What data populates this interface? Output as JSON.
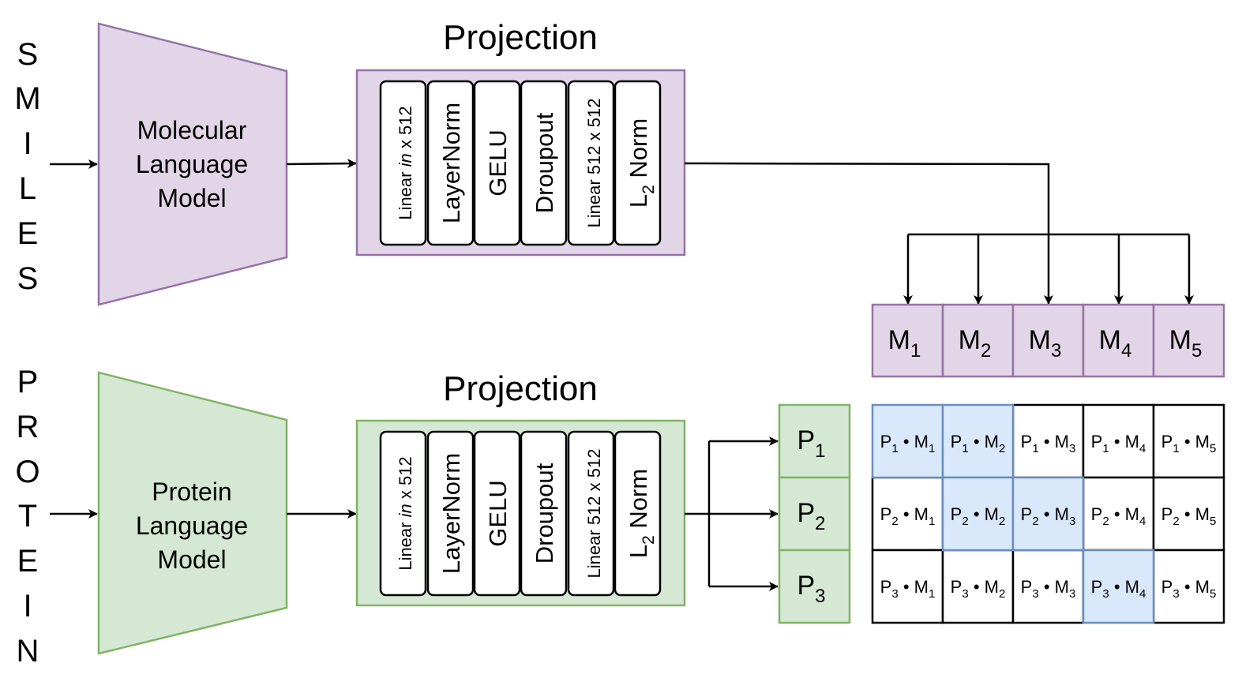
{
  "smiles_letters": [
    "S",
    "M",
    "I",
    "L",
    "E",
    "S"
  ],
  "protein_letters": [
    "P",
    "R",
    "O",
    "T",
    "E",
    "I",
    "N"
  ],
  "top": {
    "model_lines": [
      "Molecular",
      "Language",
      "Model"
    ],
    "projection_title": "Projection",
    "layers": {
      "linear_in_a": "Linear ",
      "linear_in_b": "in",
      "linear_in_c": " x 512",
      "layernorm": "LayerNorm",
      "gelu": "GELU",
      "dropout": "Droupout",
      "linear_512": "Linear 512 x 512",
      "l2_l": "L",
      "l2_sub": "2",
      "l2_norm": " Norm"
    }
  },
  "bottom": {
    "model_lines": [
      "Protein",
      "Language",
      "Model"
    ],
    "projection_title": "Projection",
    "layers": {
      "linear_in_a": "Linear ",
      "linear_in_b": "in",
      "linear_in_c": " x 512",
      "layernorm": "LayerNorm",
      "gelu": "GELU",
      "dropout": "Droupout",
      "linear_512": "Linear 512 x 512",
      "l2_l": "L",
      "l2_sub": "2",
      "l2_norm": " Norm"
    }
  },
  "m_vectors": [
    {
      "base": "M",
      "sub": "1"
    },
    {
      "base": "M",
      "sub": "2"
    },
    {
      "base": "M",
      "sub": "3"
    },
    {
      "base": "M",
      "sub": "4"
    },
    {
      "base": "M",
      "sub": "5"
    }
  ],
  "p_vectors": [
    {
      "base": "P",
      "sub": "1"
    },
    {
      "base": "P",
      "sub": "2"
    },
    {
      "base": "P",
      "sub": "3"
    }
  ],
  "matrix": {
    "dot": " • ",
    "highlighted": [
      [
        0,
        0
      ],
      [
        0,
        1
      ],
      [
        1,
        1
      ],
      [
        1,
        2
      ],
      [
        2,
        3
      ]
    ]
  },
  "colors": {
    "purple_fill": "#e1d5e7",
    "purple_stroke": "#9673a6",
    "green_fill": "#d5e8d4",
    "green_stroke": "#82b366",
    "blue_fill": "#dae8fc",
    "blue_stroke": "#6c8ebf"
  }
}
